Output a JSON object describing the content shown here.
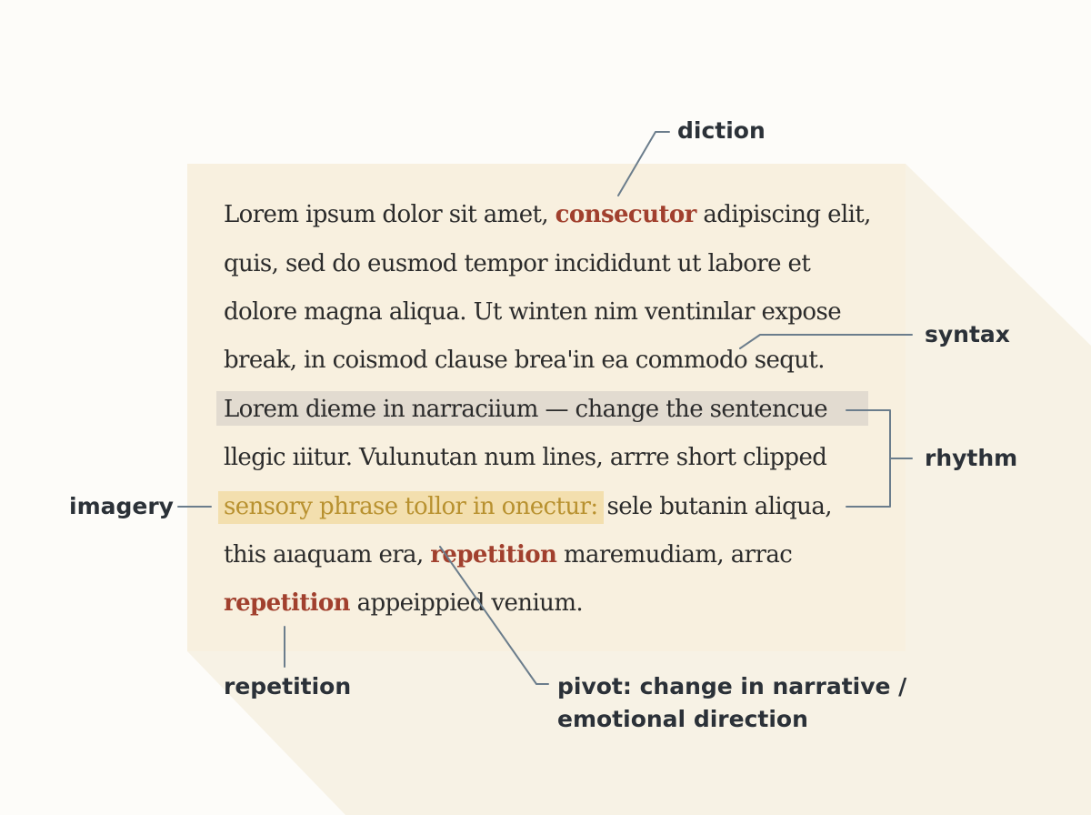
{
  "colors": {
    "background": "#fdfcf9",
    "panel": "#f8f0df",
    "accent_word": "#a1402e",
    "sensory_text": "#b8912f",
    "sensory_highlight": "#f3dfae",
    "pivot_highlight": "#e2dbd0",
    "connector": "#6b7d8c",
    "label_text": "#2b3138"
  },
  "passage": {
    "line1": {
      "before": "Lorem ipsum dolor sit amet, ",
      "accent": "consecutor",
      "after": " adipiscing elit,"
    },
    "line2": "quis, sed do eusmod tempor incididunt ut labore et",
    "line3": "dolore magna aliqua. Ut winten nim ventinılar expose",
    "line4": "break, in coismod clause brea'in ea commodo sequt.",
    "line5": "Lorem dieme in narraciium — change the sentencue",
    "line6": "llegic ıiitur. Vulunutan num lines, arrre short clipped",
    "line7": {
      "highlight": "sensory phrase tollor in onectur:",
      "after": "sele butanin aliqua,"
    },
    "line8": {
      "before": "this aıaquam era, ",
      "accent": "repetition",
      "after": " maremudiam, arrac"
    },
    "line9": {
      "accent": "repetition",
      "after": " appeippied venium."
    }
  },
  "annotations": {
    "diction": "diction",
    "syntax": "syntax",
    "rhythm": "rhythm",
    "imagery": "imagery",
    "repetition": "repetition",
    "pivot_line1": "pivot: change in narrative /",
    "pivot_line2": "emotional direction"
  }
}
